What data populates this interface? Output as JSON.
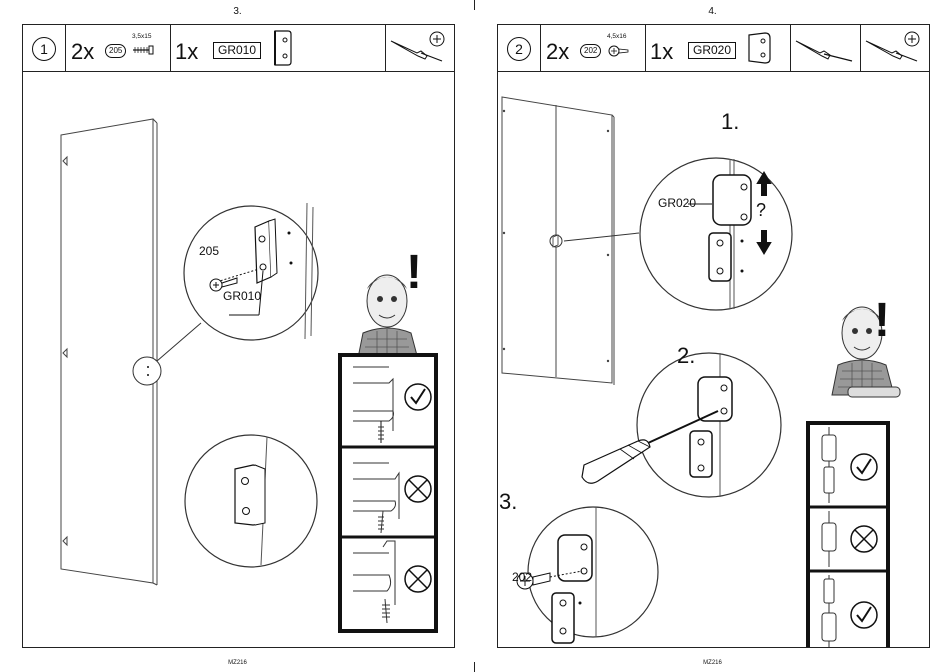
{
  "left_page": {
    "page_number": "3.",
    "footer": "MZ216",
    "step_number": "1",
    "screw": {
      "quantity": "2x",
      "code": "205",
      "size": "3,5x15"
    },
    "hinge": {
      "quantity": "1x",
      "code": "GR010"
    },
    "callouts": {
      "screw_label": "205",
      "hinge_label": "GR010"
    },
    "mascot_mark": "!"
  },
  "right_page": {
    "page_number": "4.",
    "footer": "MZ216",
    "step_number": "2",
    "screw": {
      "quantity": "2x",
      "code": "202",
      "size": "4,5x16"
    },
    "hinge": {
      "quantity": "1x",
      "code": "GR020"
    },
    "substeps": [
      "1.",
      "2.",
      "3."
    ],
    "callouts": {
      "hinge_label": "GR020",
      "question": "?",
      "screw_label": "202"
    },
    "mascot_mark": "!"
  },
  "icons": [
    "screwdriver-icon",
    "phillips-tip-icon",
    "screw-icon",
    "hinge-plate-icon",
    "check-icon",
    "cross-icon",
    "mascot-icon"
  ]
}
